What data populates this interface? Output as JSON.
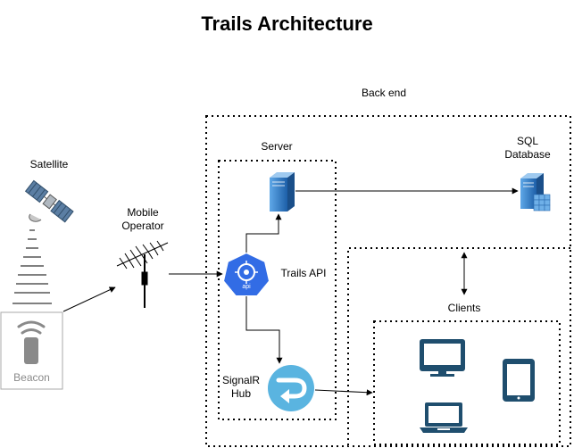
{
  "title": "Trails Architecture",
  "groups": {
    "backend": "Back end",
    "server": "Server",
    "clients": "Clients"
  },
  "nodes": {
    "satellite": "Satellite",
    "mobile_operator": [
      "Mobile",
      "Operator"
    ],
    "beacon": "Beacon",
    "trails_api": "Trails API",
    "signalr_hub": [
      "SignalR",
      "Hub"
    ],
    "sql_database": [
      "SQL",
      "Database"
    ],
    "api_badge": "api"
  },
  "edges": [
    {
      "from": "beacon",
      "to": "mobile-operator"
    },
    {
      "from": "mobile-operator",
      "to": "trails-api"
    },
    {
      "from": "trails-api",
      "to": "server"
    },
    {
      "from": "server",
      "to": "sql-database"
    },
    {
      "from": "trails-api",
      "to": "signalr-hub"
    },
    {
      "from": "signalr-hub",
      "to": "clients"
    },
    {
      "from": "backend",
      "to": "clients",
      "bidirectional": true
    }
  ],
  "colors": {
    "api_blue": "#326ce5",
    "signalr_blue": "#5ab4e0",
    "server_blue": "#2b6cb0",
    "device_navy": "#1f4e6e",
    "beacon_gray": "#8a8a8a"
  },
  "icons": [
    "satellite-icon",
    "antenna-icon",
    "beacon-icon",
    "server-icon",
    "database-icon",
    "kubernetes-api-icon",
    "signalr-icon",
    "monitor-icon",
    "tablet-icon",
    "laptop-icon"
  ]
}
